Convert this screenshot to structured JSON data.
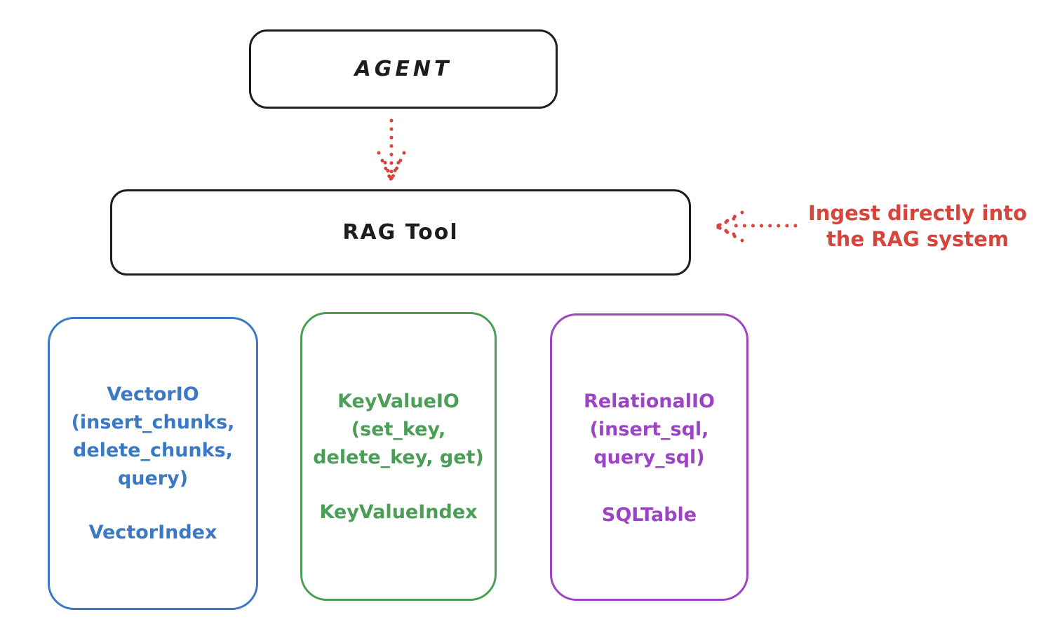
{
  "colors": {
    "stroke": "#1d1d1d",
    "red": "#d6453c",
    "blue": "#3b79c4",
    "green": "#4a9e55",
    "purple": "#9c44c4",
    "background": "#ffffff"
  },
  "nodes": {
    "agent": {
      "label": "AGENT"
    },
    "rag_tool": {
      "label": "RAG Tool"
    },
    "vector_io": {
      "line1": "VectorIO",
      "line2": "(insert_chunks,",
      "line3": "delete_chunks,",
      "line4": "query)",
      "footer": "VectorIndex",
      "color": "#3b79c4"
    },
    "key_value_io": {
      "line1": "KeyValueIO",
      "line2": "(set_key,",
      "line3": "delete_key, get)",
      "footer": "KeyValueIndex",
      "color": "#4a9e55"
    },
    "relational_io": {
      "line1": "RelationalIO",
      "line2": "(insert_sql,",
      "line3": "query_sql)",
      "footer": "SQLTable",
      "color": "#9c44c4"
    }
  },
  "annotation": {
    "line1": "Ingest directly into",
    "line2": "the RAG system",
    "color": "#d6453c"
  },
  "arrows": {
    "agent_to_rag": {
      "from": "AGENT",
      "to": "RAG Tool",
      "style": "dotted",
      "color": "#d6453c"
    },
    "ingest_into_rag": {
      "from": "Ingest directly into the RAG system",
      "to": "RAG Tool",
      "style": "dotted",
      "color": "#d6453c"
    }
  }
}
